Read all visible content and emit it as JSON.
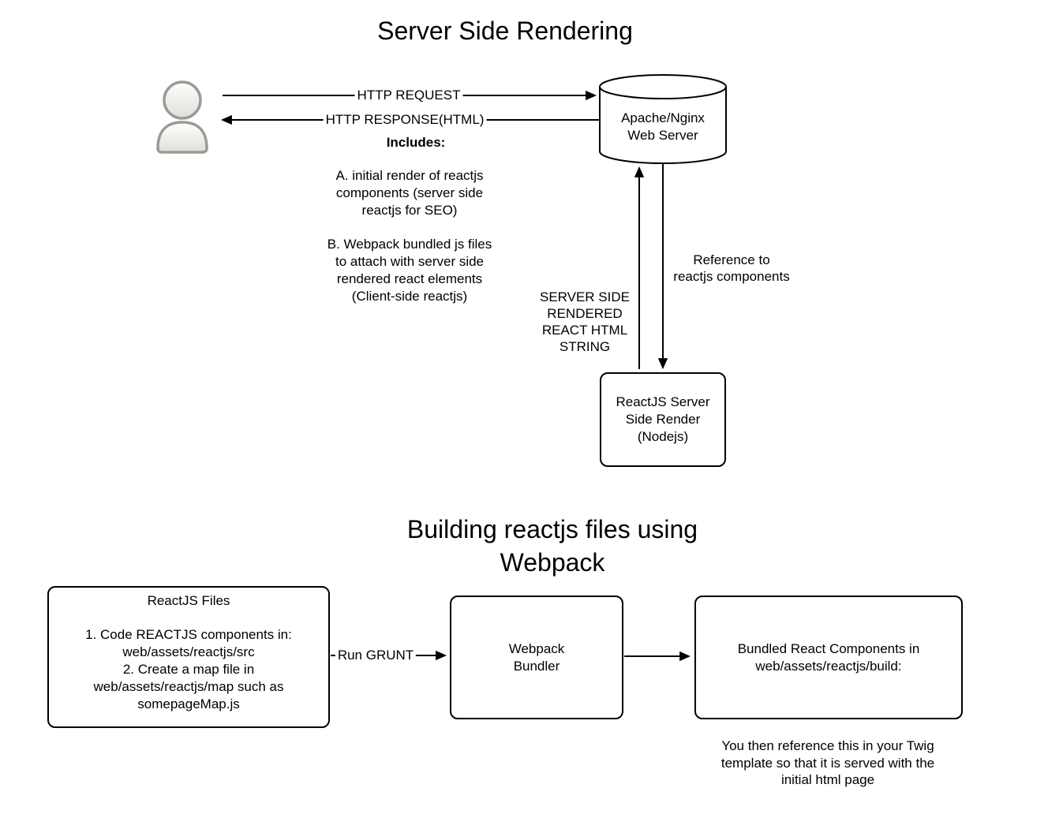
{
  "ssr": {
    "title": "Server Side Rendering",
    "http_request_label": "HTTP REQUEST",
    "http_response_label": "HTTP RESPONSE(HTML)",
    "includes_label": "Includes:",
    "note_a": "A. initial render of reactjs\ncomponents (server side\nreactjs for SEO)",
    "note_b": "B. Webpack bundled js files\nto attach with server side\nrendered react elements\n(Client-side reactjs)",
    "web_server_label": "Apache/Nginx\nWeb Server",
    "ssr_string_label": "SERVER SIDE\nRENDERED\nREACT HTML\nSTRING",
    "reference_label": "Reference to\nreactjs components",
    "node_box_label": "ReactJS Server\nSide Render\n(Nodejs)"
  },
  "webpack": {
    "title": "Building reactjs files using\nWebpack",
    "files_box_title": "ReactJS Files",
    "files_box_body": "1. Code REACTJS components in:\nweb/assets/reactjs/src\n2. Create a map file in\nweb/assets/reactjs/map such as\nsomepageMap.js",
    "run_grunt_label": "Run GRUNT",
    "bundler_box_label": "Webpack\nBundler",
    "bundled_box_label": "Bundled React Components in\nweb/assets/reactjs/build:",
    "footnote": "You then reference this in your Twig\ntemplate so that it is served with the\ninitial html page"
  },
  "colors": {
    "stroke": "#000000",
    "background": "#ffffff",
    "user_icon_fill_top": "#ffffff",
    "user_icon_fill_bottom": "#dededa",
    "user_icon_stroke": "#9b9b95"
  }
}
